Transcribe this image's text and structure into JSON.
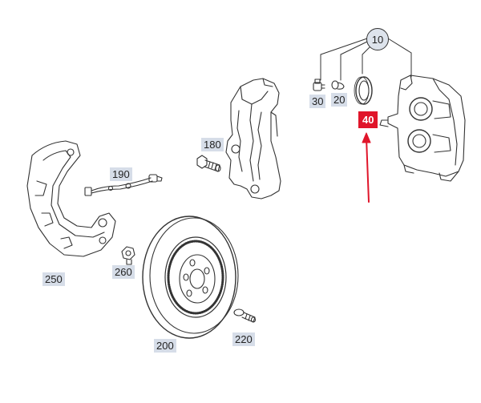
{
  "callouts": {
    "assembly": "10",
    "c20": "20",
    "c30": "30",
    "c40": "40",
    "c180": "180",
    "c190": "190",
    "c200": "200",
    "c220": "220",
    "c250": "250",
    "c260": "260"
  },
  "colors": {
    "highlight": "#e0152a",
    "label_bg": "#d6dde8",
    "line": "#333333"
  }
}
